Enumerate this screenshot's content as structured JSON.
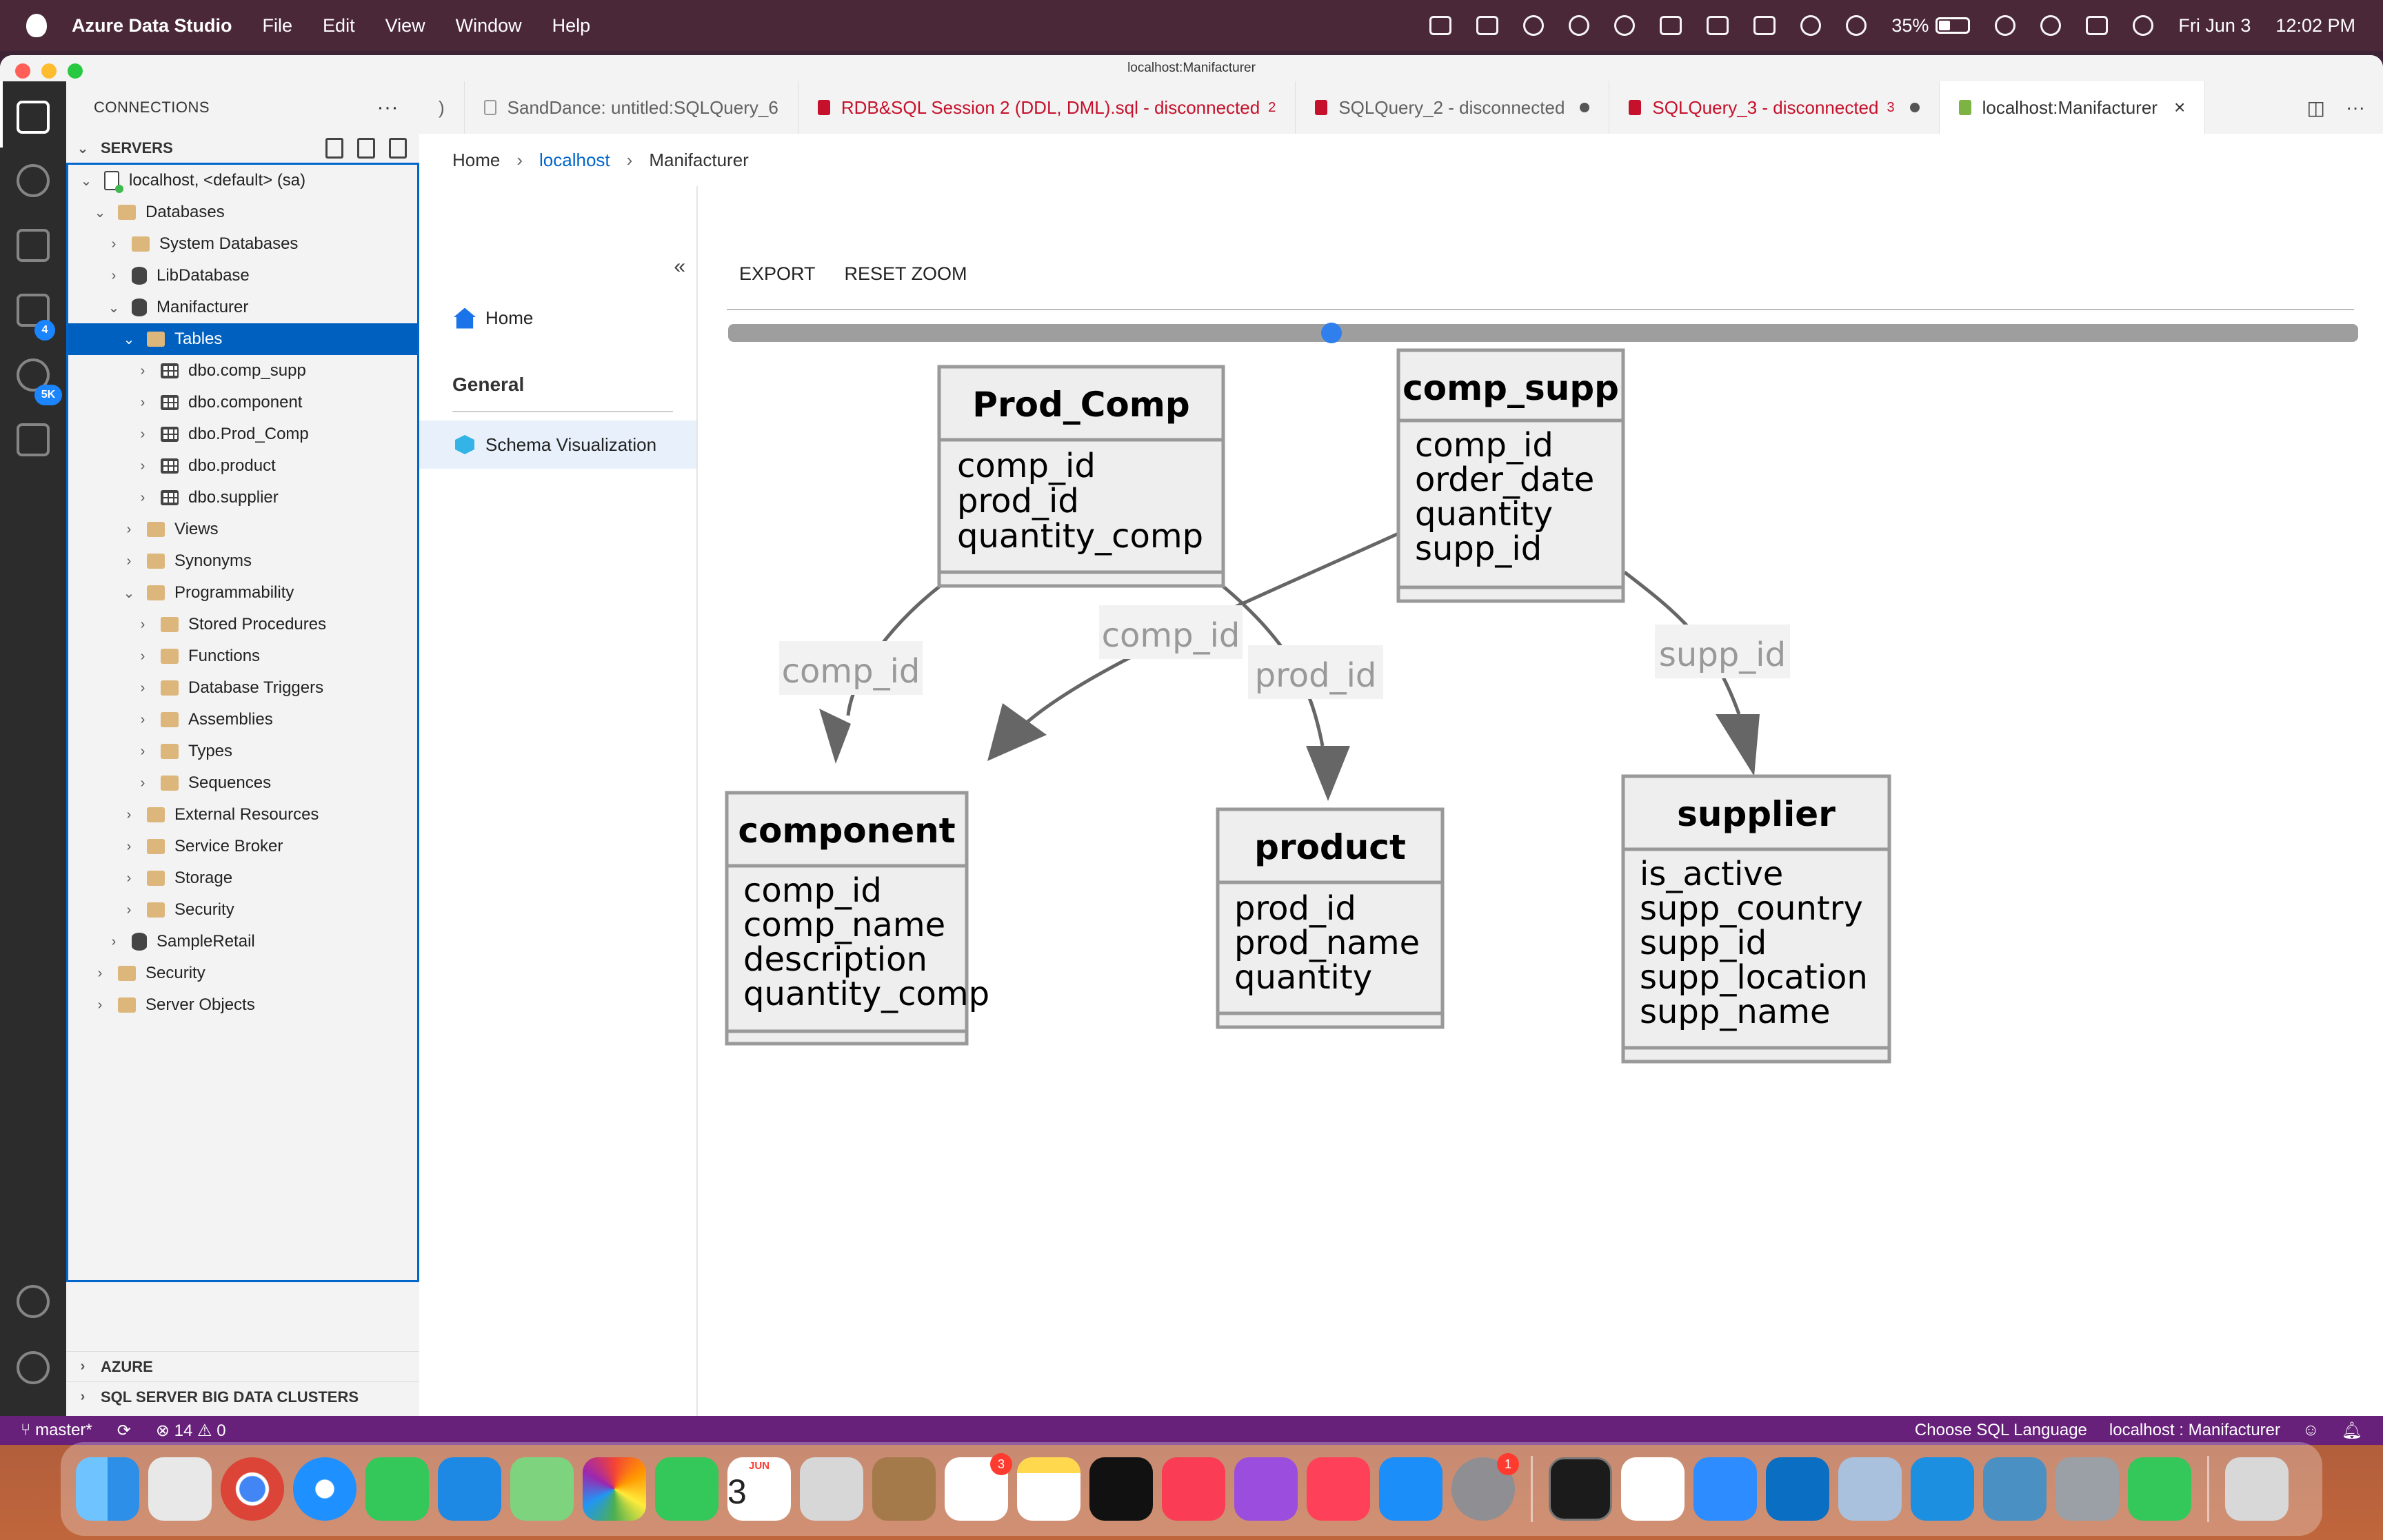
{
  "menubar": {
    "app_name": "Azure Data Studio",
    "items": [
      "File",
      "Edit",
      "View",
      "Window",
      "Help"
    ],
    "battery_percent": "35%",
    "date": "Fri Jun 3",
    "time": "12:02 PM"
  },
  "window": {
    "title": "localhost:Manifacturer"
  },
  "activity_bar": {
    "badges": {
      "source_control": "4",
      "extensions": "5K"
    }
  },
  "sidebar": {
    "title": "CONNECTIONS",
    "more": "···",
    "servers_header": "SERVERS",
    "tree": [
      {
        "label": "localhost, <default> (sa)",
        "depth": 0,
        "expanded": true,
        "icon": "server"
      },
      {
        "label": "Databases",
        "depth": 1,
        "expanded": true,
        "icon": "folder"
      },
      {
        "label": "System Databases",
        "depth": 2,
        "expanded": false,
        "icon": "folder"
      },
      {
        "label": "LibDatabase",
        "depth": 2,
        "expanded": false,
        "icon": "db"
      },
      {
        "label": "Manifacturer",
        "depth": 2,
        "expanded": true,
        "icon": "db"
      },
      {
        "label": "Tables",
        "depth": 3,
        "expanded": true,
        "icon": "folder",
        "selected": true
      },
      {
        "label": "dbo.comp_supp",
        "depth": 4,
        "expanded": false,
        "icon": "table"
      },
      {
        "label": "dbo.component",
        "depth": 4,
        "expanded": false,
        "icon": "table"
      },
      {
        "label": "dbo.Prod_Comp",
        "depth": 4,
        "expanded": false,
        "icon": "table"
      },
      {
        "label": "dbo.product",
        "depth": 4,
        "expanded": false,
        "icon": "table"
      },
      {
        "label": "dbo.supplier",
        "depth": 4,
        "expanded": false,
        "icon": "table"
      },
      {
        "label": "Views",
        "depth": 3,
        "expanded": false,
        "icon": "folder"
      },
      {
        "label": "Synonyms",
        "depth": 3,
        "expanded": false,
        "icon": "folder"
      },
      {
        "label": "Programmability",
        "depth": 3,
        "expanded": true,
        "icon": "folder"
      },
      {
        "label": "Stored Procedures",
        "depth": 4,
        "expanded": false,
        "icon": "folder"
      },
      {
        "label": "Functions",
        "depth": 4,
        "expanded": false,
        "icon": "folder"
      },
      {
        "label": "Database Triggers",
        "depth": 4,
        "expanded": false,
        "icon": "folder"
      },
      {
        "label": "Assemblies",
        "depth": 4,
        "expanded": false,
        "icon": "folder"
      },
      {
        "label": "Types",
        "depth": 4,
        "expanded": false,
        "icon": "folder"
      },
      {
        "label": "Sequences",
        "depth": 4,
        "expanded": false,
        "icon": "folder"
      },
      {
        "label": "External Resources",
        "depth": 3,
        "expanded": false,
        "icon": "folder"
      },
      {
        "label": "Service Broker",
        "depth": 3,
        "expanded": false,
        "icon": "folder"
      },
      {
        "label": "Storage",
        "depth": 3,
        "expanded": false,
        "icon": "folder"
      },
      {
        "label": "Security",
        "depth": 3,
        "expanded": false,
        "icon": "folder"
      },
      {
        "label": "SampleRetail",
        "depth": 2,
        "expanded": false,
        "icon": "db"
      },
      {
        "label": "Security",
        "depth": 1,
        "expanded": false,
        "icon": "folder"
      },
      {
        "label": "Server Objects",
        "depth": 1,
        "expanded": false,
        "icon": "folder"
      }
    ],
    "azure": "AZURE",
    "big_data": "SQL SERVER BIG DATA CLUSTERS"
  },
  "tabs": [
    {
      "label": ")",
      "kind": "plain"
    },
    {
      "label": "SandDance: untitled:SQLQuery_6",
      "kind": "plain"
    },
    {
      "label": "RDB&SQL Session 2 (DDL, DML).sql - disconnected",
      "kind": "error",
      "count": "2"
    },
    {
      "label": "SQLQuery_2 - disconnected",
      "kind": "dirty"
    },
    {
      "label": "SQLQuery_3 - disconnected",
      "kind": "error-dirty",
      "count": "3"
    },
    {
      "label": "localhost:Manifacturer",
      "kind": "active"
    }
  ],
  "breadcrumb": {
    "home": "Home",
    "server": "localhost",
    "database": "Manifacturer"
  },
  "dashboard_nav": {
    "home": "Home",
    "section": "General",
    "schema": "Schema Visualization"
  },
  "toolbar": {
    "export": "EXPORT",
    "reset_zoom": "RESET ZOOM",
    "zoom_fraction": 0.37
  },
  "schema": {
    "tables": {
      "prod_comp": {
        "name": "Prod_Comp",
        "columns": [
          "comp_id",
          "prod_id",
          "quantity_comp"
        ]
      },
      "comp_supp": {
        "name": "comp_supp",
        "columns": [
          "comp_id",
          "order_date",
          "quantity",
          "supp_id"
        ]
      },
      "component": {
        "name": "component",
        "columns": [
          "comp_id",
          "comp_name",
          "description",
          "quantity_comp"
        ]
      },
      "product": {
        "name": "product",
        "columns": [
          "prod_id",
          "prod_name",
          "quantity"
        ]
      },
      "supplier": {
        "name": "supplier",
        "columns": [
          "is_active",
          "supp_country",
          "supp_id",
          "supp_location",
          "supp_name"
        ]
      }
    },
    "edges": {
      "e1": {
        "label": "comp_id",
        "from": "Prod_Comp",
        "to": "component"
      },
      "e2": {
        "label": "comp_id",
        "from": "comp_supp",
        "to": "component"
      },
      "e3": {
        "label": "prod_id",
        "from": "Prod_Comp",
        "to": "product"
      },
      "e4": {
        "label": "supp_id",
        "from": "comp_supp",
        "to": "supplier"
      }
    }
  },
  "statusbar": {
    "branch": "master*",
    "errors": "⊗ 14",
    "warnings": "⚠ 0",
    "language": "Choose SQL Language",
    "connection": "localhost : Manifacturer"
  },
  "dock": {
    "calendar_month": "JUN",
    "calendar_day": "3",
    "badges": {
      "reminders": "3",
      "settings": "1"
    }
  },
  "colors": {
    "accent": "#0060c0",
    "statusbar": "#68217a",
    "error_tab": "#c5112b",
    "table_fill": "#eeeeee",
    "table_border": "#999999",
    "edge": "#666666"
  }
}
